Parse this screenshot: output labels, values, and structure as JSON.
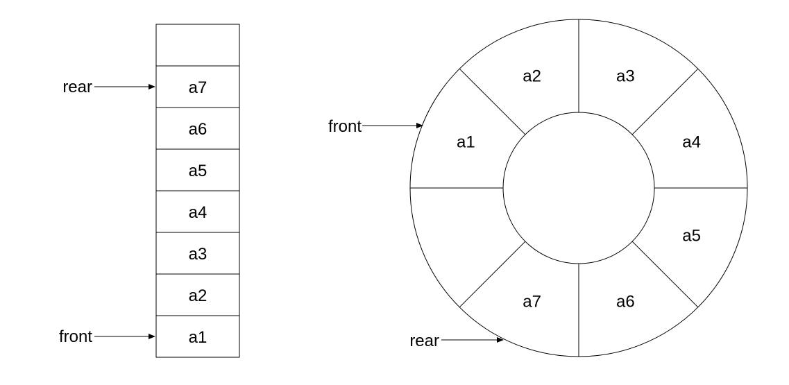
{
  "linear_queue": {
    "cells": [
      "",
      "a7",
      "a6",
      "a5",
      "a4",
      "a3",
      "a2",
      "a1"
    ],
    "pointers": [
      {
        "label": "rear",
        "cell_index": 1
      },
      {
        "label": "front",
        "cell_index": 7
      }
    ]
  },
  "circular_queue": {
    "segments": [
      "a3",
      "a4",
      "a5",
      "a6",
      "a7",
      "",
      "a1",
      "a2"
    ],
    "pointers": [
      {
        "label": "front",
        "segment_index": 6
      },
      {
        "label": "rear",
        "segment_index": 4
      }
    ]
  }
}
